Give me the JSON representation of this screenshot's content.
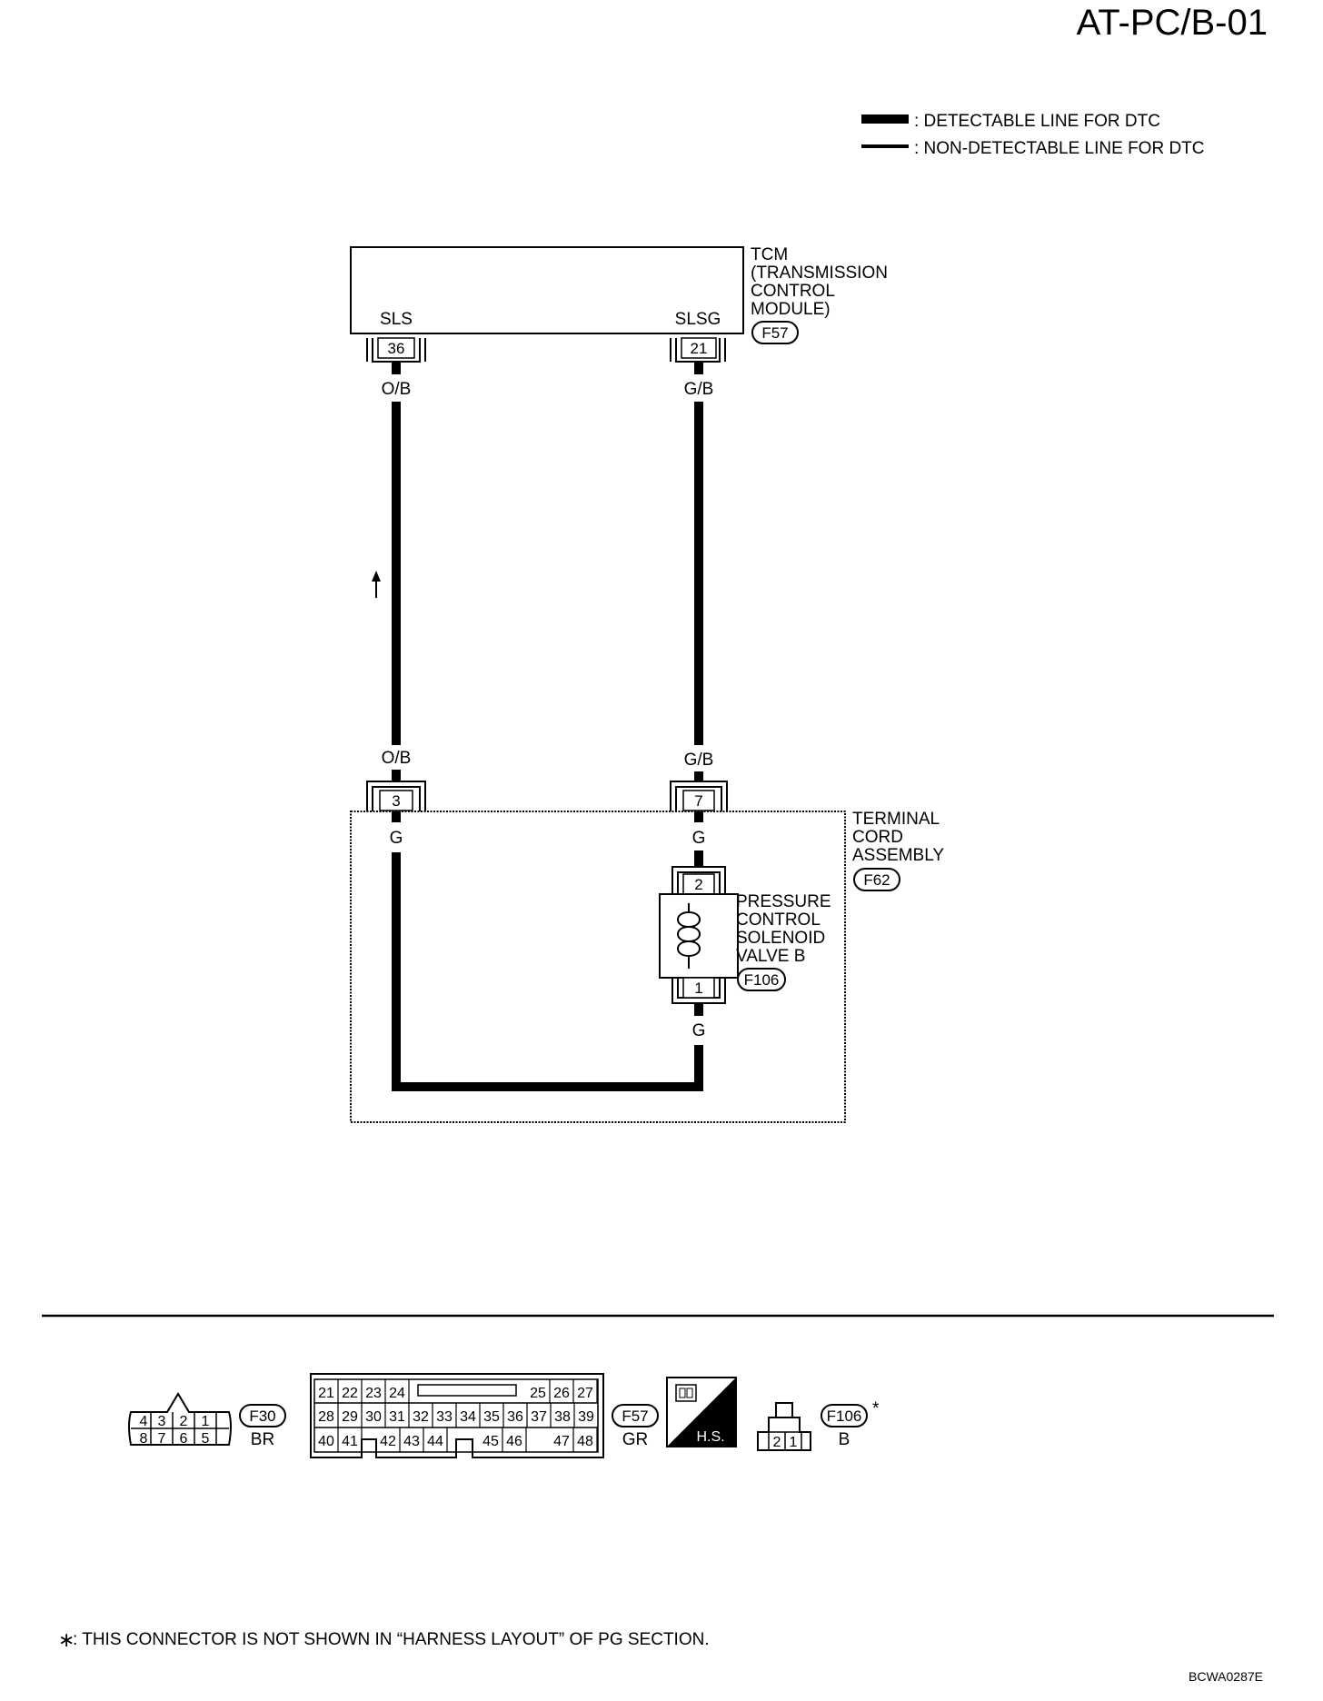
{
  "page": {
    "title": "AT-PC/B-01",
    "code": "BCWA0287E",
    "footnote": ": THIS CONNECTOR IS NOT SHOWN IN “HARNESS LAYOUT” OF PG SECTION.",
    "footnote_mark": "∗"
  },
  "legend": {
    "detectable": ": DETECTABLE LINE FOR DTC",
    "non_detectable": ": NON-DETECTABLE LINE FOR DTC"
  },
  "tcm": {
    "name": [
      "TCM",
      "(TRANSMISSION",
      "CONTROL",
      "MODULE)"
    ],
    "connector": "F57",
    "sls": {
      "label": "SLS",
      "pin": "36",
      "wire": "O/B"
    },
    "slsg": {
      "label": "SLSG",
      "pin": "21",
      "wire": "G/B"
    }
  },
  "terminal_cord": {
    "name": [
      "TERMINAL",
      "CORD",
      "ASSEMBLY"
    ],
    "connector": "F62",
    "left": {
      "pin": "3",
      "wire_in": "O/B",
      "wire_out": "G"
    },
    "right": {
      "pin": "7",
      "wire_in": "G/B",
      "wire_out": "G"
    }
  },
  "solenoid": {
    "name": [
      "PRESSURE",
      "CONTROL",
      "SOLENOID",
      "VALVE B"
    ],
    "connector": "F106",
    "pin_top": "2",
    "pin_bottom": "1",
    "wire_bottom": "G"
  },
  "connectors": {
    "f30": {
      "id": "F30",
      "color": "BR",
      "top": [
        "4",
        "3",
        "2",
        "1"
      ],
      "bottom": [
        "8",
        "7",
        "6",
        "5"
      ]
    },
    "f57": {
      "id": "F57",
      "color": "GR",
      "row1a": [
        "21",
        "22",
        "23",
        "24"
      ],
      "row1b": [
        "25",
        "26",
        "27"
      ],
      "row2": [
        "28",
        "29",
        "30",
        "31",
        "32",
        "33",
        "34",
        "35",
        "36",
        "37",
        "38",
        "39"
      ],
      "row3a": [
        "40",
        "41"
      ],
      "row3b": [
        "42",
        "43",
        "44"
      ],
      "row3c": [
        "45",
        "46"
      ],
      "row3d": [
        "47",
        "48"
      ]
    },
    "hs": "H.S.",
    "f106": {
      "id": "F106",
      "color": "B",
      "pins": [
        "2",
        "1"
      ],
      "mark": "*"
    }
  }
}
